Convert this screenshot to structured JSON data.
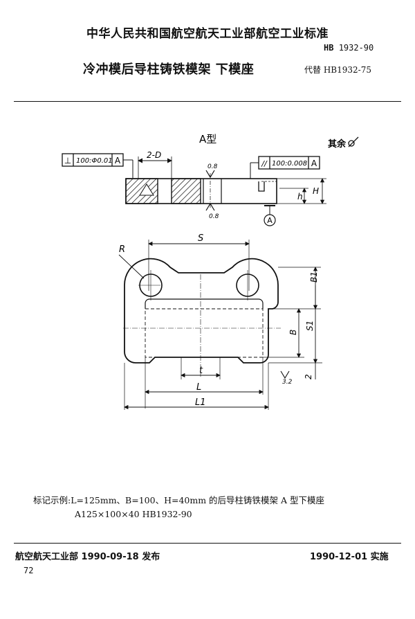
{
  "header": {
    "standard_title": "中华人民共和国航空航天工业部航空工业标准",
    "standard_code_bold": "HB",
    "standard_code": "1932-90",
    "doc_title": "冷冲模后导柱铸铁模架   下模座",
    "replaces": "代替 HB1932-75"
  },
  "drawing": {
    "type_label": "A型",
    "roughness_rest": "其余",
    "perpendicularity": {
      "symbol": "⊥",
      "tolerance": "100:Φ0.01",
      "datum": "A"
    },
    "parallelism": {
      "symbol": "//",
      "tolerance": "100:0.008",
      "datum": "A"
    },
    "dim_2d": "2-D",
    "roughness_top": "0.8",
    "roughness_bottom": "0.8",
    "roughness_side": "3.2",
    "datum_label": "A",
    "dim_h": "h",
    "dim_H": "H",
    "dim_S": "S",
    "dim_R": "R",
    "dim_B1": "B1",
    "dim_B": "B",
    "dim_S1": "S1",
    "dim_2": "2",
    "dim_t": "t",
    "dim_L": "L",
    "dim_L1": "L1"
  },
  "example": {
    "line1": "标记示例:L=125mm、B=100、H=40mm 的后导柱铸铁模架 A 型下模座",
    "line2": "A125×100×40   HB1932-90"
  },
  "footer": {
    "issuer": "航空航天工业部 1990-09-18 发布",
    "effective": "1990-12-01 实施",
    "page": "72"
  }
}
